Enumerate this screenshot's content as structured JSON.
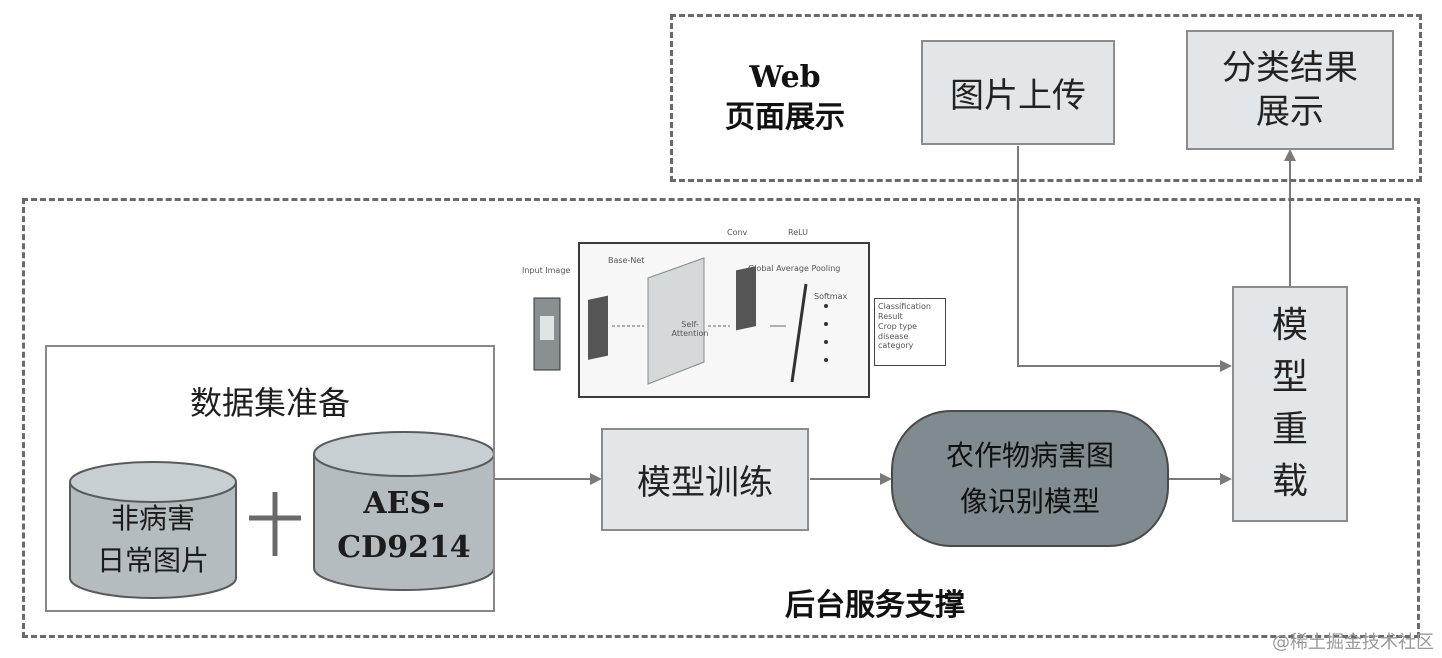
{
  "web_region": {
    "label_line1": "Web",
    "label_line2": "页面展示",
    "upload_box": "图片上传",
    "result_box_line1": "分类结果",
    "result_box_line2": "展示"
  },
  "backend_region": {
    "label": "后台服务支撑",
    "dataset": {
      "title": "数据集准备",
      "cyl1_line1": "非病害",
      "cyl1_line2": "日常图片",
      "cyl2_line1": "AES-",
      "cyl2_line2": "CD9214"
    },
    "train_box": "模型训练",
    "model_node_line1": "农作物病害图",
    "model_node_line2": "像识别模型",
    "reload_chars": [
      "模",
      "型",
      "重",
      "载"
    ],
    "network": {
      "input_label": "Input Image",
      "legend_conv": "Conv",
      "legend_relu": "ReLU",
      "base_label": "Base-Net",
      "attn_line1": "Self-",
      "attn_line2": "Attention",
      "gap_label": "Global Average Pooling",
      "softmax_label": "Softmax",
      "out_line1": "Classification",
      "out_line2": "Result",
      "out_line3": "Crop type",
      "out_line4": "disease category"
    }
  },
  "watermark": "@稀土掘金技术社区",
  "colors": {
    "box_fill": "#e3e6e9",
    "model_node_fill": "#7f8b8e",
    "cylinder_fill": "#b4bcc0",
    "dash_line": "#6a6a6a",
    "arrow": "#7a7a7a"
  }
}
